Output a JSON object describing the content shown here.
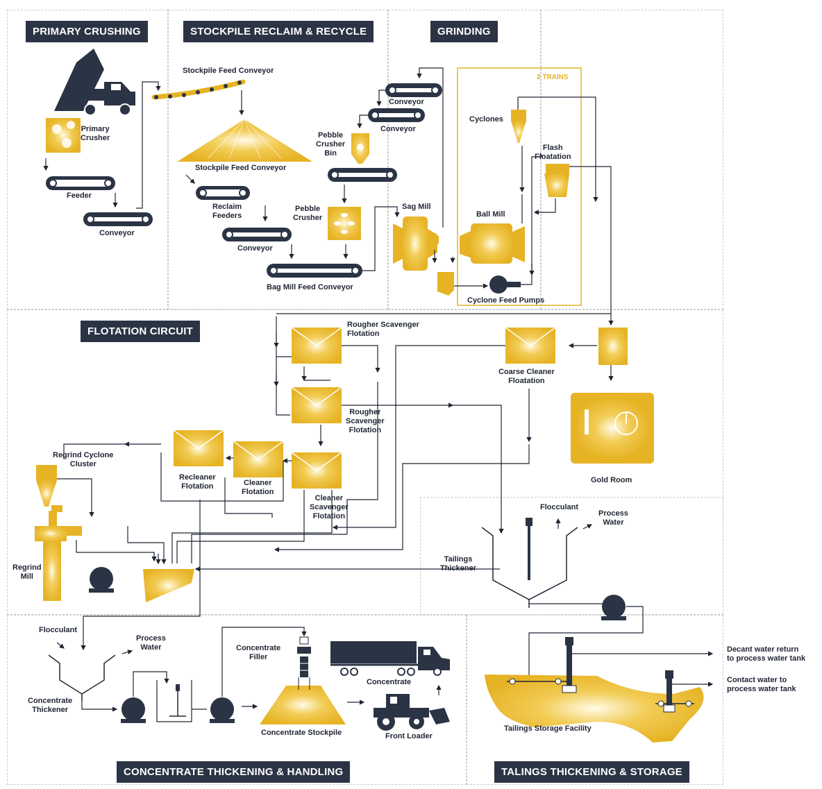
{
  "colors": {
    "gold": "#e6b325",
    "navy": "#2b3445",
    "line": "#1f2533",
    "zone": "#c9c9c9"
  },
  "sections": {
    "primary": "PRIMARY CRUSHING",
    "stockpile": "STOCKPILE RECLAIM & RECYCLE",
    "grinding": "GRINDING",
    "flotation": "FLOTATION CIRCUIT",
    "concentrate": "CONCENTRATE THICKENING & HANDLING",
    "tailings": "TALINGS THICKENING & STORAGE"
  },
  "trains": "2 TRAINS",
  "labels": {
    "primary_crusher": "Primary\nCrusher",
    "feeder": "Feeder",
    "conveyor_1": "Conveyor",
    "stockpile_feed_conveyor_top": "Stockpile Feed Conveyor",
    "stockpile_feed_conveyor": "Stockpile Feed Conveyor",
    "reclaim_feeders": "Reclaim\nFeeders",
    "conveyor_2": "Conveyor",
    "bag_mill_feed_conveyor": "Bag Mill Feed Conveyor",
    "conveyor_3": "Conveyor",
    "conveyor_4": "Conveyor",
    "pebble_crusher_bin": "Pebble\nCrusher\nBin",
    "pebble_crusher": "Pebble\nCrusher",
    "sag_mill": "Sag Mill",
    "cyclones": "Cyclones",
    "flash_floatation": "Flash\nFloatation",
    "ball_mill": "Ball Mill",
    "cyclone_feed_pumps": "Cyclone Feed Pumps",
    "rougher_scavenger_1": "Rougher Scavenger\nFlotation",
    "rougher_scavenger_2": "Rougher\nScavenger\nFlotation",
    "coarse_cleaner": "Coarse Cleaner\nFloatation",
    "gold_room": "Gold Room",
    "regrind_cyclone": "Regrind Cyclone\nCluster",
    "recleaner": "Recleaner\nFlotation",
    "cleaner": "Cleaner\nFlotation",
    "cleaner_scavenger": "Cleaner\nScavenger\nFlotation",
    "regrind_mill": "Regrind\nMill",
    "flocculant_t": "Flocculant",
    "process_water_t": "Process\nWater",
    "tailings_thickener": "Tailings\nThickener",
    "flocculant_c": "Flocculant",
    "process_water_c": "Process\nWater",
    "concentrate_thickener": "Concentrate\nThickener",
    "concentrate_filler": "Concentrate\nFiller",
    "concentrate": "Concentrate",
    "concentrate_stockpile": "Concentrate Stockpile",
    "front_loader": "Front Loader",
    "tailings_storage": "Tailings Storage Facility",
    "decant_water": "Decant water return\nto process water tank",
    "contact_water": "Contact water to\nprocess water tank"
  }
}
